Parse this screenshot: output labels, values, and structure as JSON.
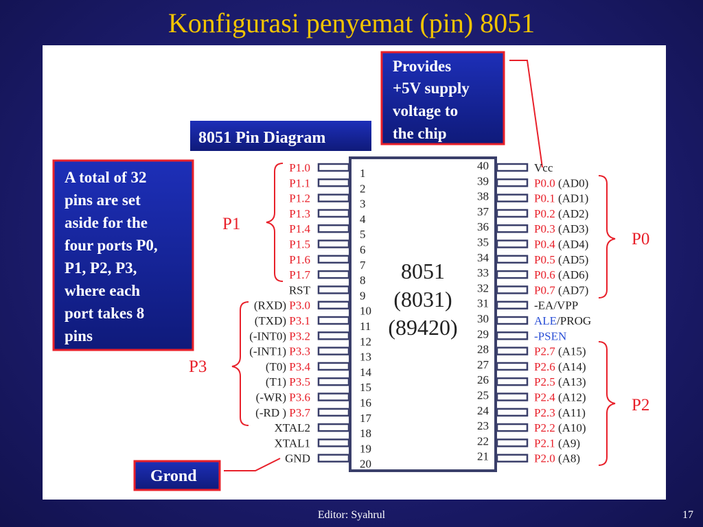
{
  "title": "Konfigurasi penyemat (pin) 8051",
  "footer": {
    "editor": "Editor: Syahrul",
    "page": "17"
  },
  "diagram_title": "8051 Pin Diagram",
  "chip": {
    "line1": "8051",
    "line2": "(8031)",
    "line3": "(89420)"
  },
  "callouts": {
    "vcc_lines": [
      "Provides",
      "+5V supply",
      "voltage to",
      "the chip"
    ],
    "ports_lines": [
      "A total of 32",
      "pins are set",
      "aside for the",
      "four ports P0,",
      "P1, P2, P3,",
      "where each",
      "port takes 8",
      "pins"
    ],
    "ground": "Grond"
  },
  "port_labels": {
    "p0": "P0",
    "p1": "P1",
    "p2": "P2",
    "p3": "P3"
  },
  "left_pins": [
    {
      "num": "1",
      "prefix": "",
      "name": "P1.0",
      "port": true
    },
    {
      "num": "2",
      "prefix": "",
      "name": "P1.1",
      "port": true
    },
    {
      "num": "3",
      "prefix": "",
      "name": "P1.2",
      "port": true
    },
    {
      "num": "4",
      "prefix": "",
      "name": "P1.3",
      "port": true
    },
    {
      "num": "5",
      "prefix": "",
      "name": "P1.4",
      "port": true
    },
    {
      "num": "6",
      "prefix": "",
      "name": "P1.5",
      "port": true
    },
    {
      "num": "7",
      "prefix": "",
      "name": "P1.6",
      "port": true
    },
    {
      "num": "8",
      "prefix": "",
      "name": "P1.7",
      "port": true
    },
    {
      "num": "9",
      "prefix": "",
      "name": "RST",
      "port": false
    },
    {
      "num": "10",
      "prefix": "(RXD)",
      "name": "P3.0",
      "port": true
    },
    {
      "num": "11",
      "prefix": "(TXD)",
      "name": "P3.1",
      "port": true
    },
    {
      "num": "12",
      "prefix": "(-INT0)",
      "name": "P3.2",
      "port": true
    },
    {
      "num": "13",
      "prefix": "(-INT1)",
      "name": "P3.3",
      "port": true
    },
    {
      "num": "14",
      "prefix": "(T0)",
      "name": "P3.4",
      "port": true
    },
    {
      "num": "15",
      "prefix": "(T1)",
      "name": "P3.5",
      "port": true
    },
    {
      "num": "16",
      "prefix": "(-WR)",
      "name": "P3.6",
      "port": true
    },
    {
      "num": "17",
      "prefix": "(-RD )",
      "name": "P3.7",
      "port": true
    },
    {
      "num": "18",
      "prefix": "",
      "name": "XTAL2",
      "port": false
    },
    {
      "num": "19",
      "prefix": "",
      "name": "XTAL1",
      "port": false
    },
    {
      "num": "20",
      "prefix": "",
      "name": "GND",
      "port": false
    }
  ],
  "right_pins": [
    {
      "num": "40",
      "name": "Vcc",
      "suffix": "",
      "style": "plain"
    },
    {
      "num": "39",
      "name": "P0.0",
      "suffix": " (AD0)",
      "style": "port"
    },
    {
      "num": "38",
      "name": "P0.1",
      "suffix": " (AD1)",
      "style": "port"
    },
    {
      "num": "37",
      "name": "P0.2",
      "suffix": " (AD2)",
      "style": "port"
    },
    {
      "num": "36",
      "name": "P0.3",
      "suffix": " (AD3)",
      "style": "port"
    },
    {
      "num": "35",
      "name": "P0.4",
      "suffix": " (AD4)",
      "style": "port"
    },
    {
      "num": "34",
      "name": "P0.5",
      "suffix": " (AD5)",
      "style": "port"
    },
    {
      "num": "33",
      "name": "P0.6",
      "suffix": " (AD6)",
      "style": "port"
    },
    {
      "num": "32",
      "name": "P0.7",
      "suffix": " (AD7)",
      "style": "port"
    },
    {
      "num": "31",
      "name": "-EA/VPP",
      "suffix": "",
      "style": "plain"
    },
    {
      "num": "30",
      "name": "ALE",
      "suffix": "/PROG",
      "style": "blue"
    },
    {
      "num": "29",
      "name": "-PSEN",
      "suffix": "",
      "style": "blue"
    },
    {
      "num": "28",
      "name": "P2.7",
      "suffix": " (A15)",
      "style": "port"
    },
    {
      "num": "27",
      "name": "P2.6",
      "suffix": " (A14)",
      "style": "port"
    },
    {
      "num": "26",
      "name": "P2.5",
      "suffix": " (A13)",
      "style": "port"
    },
    {
      "num": "25",
      "name": "P2.4",
      "suffix": " (A12)",
      "style": "port"
    },
    {
      "num": "24",
      "name": "P2.3",
      "suffix": " (A11)",
      "style": "port"
    },
    {
      "num": "23",
      "name": "P2.2",
      "suffix": " (A10)",
      "style": "port"
    },
    {
      "num": "22",
      "name": "P2.1",
      "suffix": " (A9)",
      "style": "port"
    },
    {
      "num": "21",
      "name": "P2.0",
      "suffix": " (A8)",
      "style": "port"
    }
  ],
  "colors": {
    "title": "#f2c400",
    "port_red": "#e8202a",
    "signal_blue": "#2a4fd6",
    "text_dark": "#222222",
    "chip_outline": "#3a3f6a",
    "callout_fill": "#16259e",
    "callout_border": "#e8202a"
  }
}
